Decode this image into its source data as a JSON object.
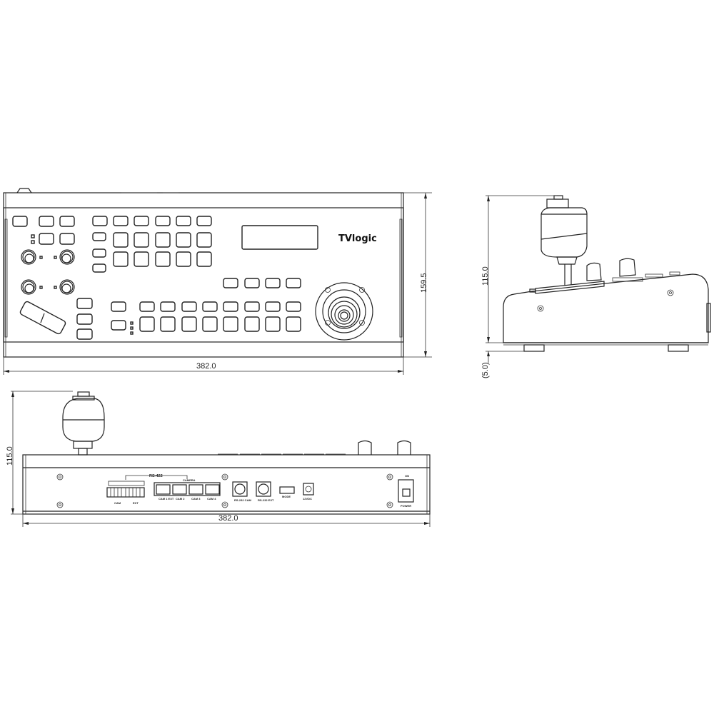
{
  "title": "TVlogic PTZ controller dimensional drawing",
  "brand": "TVlogic",
  "units": "mm",
  "views": {
    "top": {
      "width_label": "382.0",
      "depth_label": "159.5",
      "logo": "TVlogic"
    },
    "side": {
      "height_label": "115.0",
      "feet_label": "(5.0)"
    },
    "rear": {
      "height_label": "115.0",
      "width_label": "382.0",
      "labels": {
        "rs422": "RS-422",
        "camera": "CAMERA",
        "cam_terminal": "CAM",
        "ext_terminal": "EXT",
        "cam1": "CAM 1 EXT",
        "cam2": "CAM 2",
        "cam3": "CAM 3",
        "cam4": "CAM 4",
        "rs232_cam": "RS-232 CAM",
        "rs232_ext": "RS-232 EXT",
        "mode": "MODE",
        "dc": "12VDC",
        "on": "ON",
        "power": "POWER"
      }
    }
  }
}
